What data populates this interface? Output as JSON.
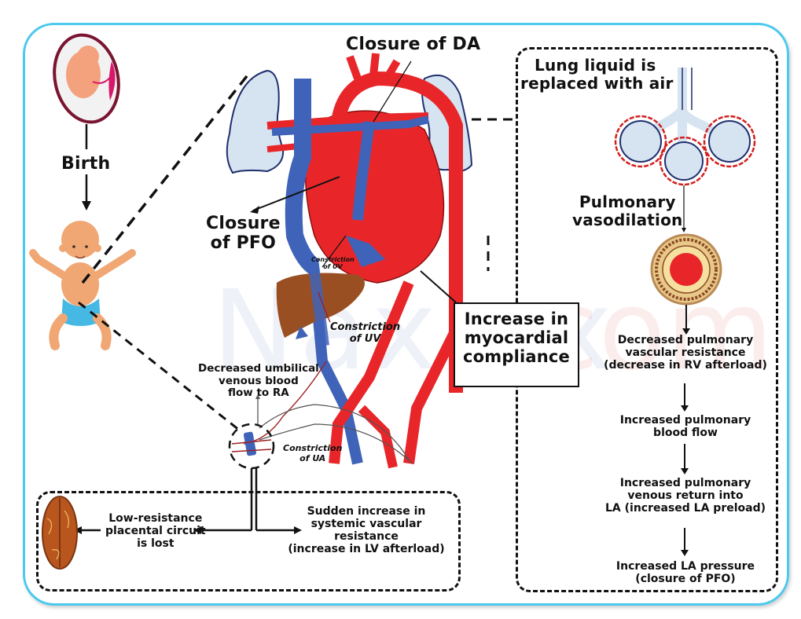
{
  "watermark": {
    "brand": "Naxlex",
    "suffix": ".com"
  },
  "flow_left": {
    "birth": "Birth"
  },
  "heart": {
    "closure_da": "Closure of DA",
    "closure_pfo_line1": "Closure",
    "closure_pfo_line2": "of PFO",
    "constriction_uv_small_line1": "Constriction",
    "constriction_uv_small_line2": "of UV",
    "constriction_uv_line1": "Constriction",
    "constriction_uv_line2": "of UV",
    "constriction_ua_line1": "Constriction",
    "constriction_ua_line2": "of UA",
    "decreased_umbilical_line1": "Decreased umbilical",
    "decreased_umbilical_line2": "venous blood",
    "decreased_umbilical_line3": "flow to RA",
    "myocardial_line1": "Increase in",
    "myocardial_line2": "myocardial",
    "myocardial_line3": "compliance"
  },
  "right_panel": {
    "lung_line1": "Lung liquid is",
    "lung_line2": "replaced with air",
    "vasodilation_line1": "Pulmonary",
    "vasodilation_line2": "vasodilation",
    "steps": [
      {
        "lines": [
          "Decreased pulmonary",
          "vascular resistance",
          "(decrease in RV afterload)"
        ]
      },
      {
        "lines": [
          "Increased pulmonary",
          "blood flow"
        ]
      },
      {
        "lines": [
          "Increased pulmonary",
          "venous return into",
          "LA (increased LA preload)"
        ]
      },
      {
        "lines": [
          "Increased LA pressure",
          "(closure of PFO)"
        ]
      }
    ]
  },
  "bottom_panel": {
    "placental_line1": "Low-resistance",
    "placental_line2": "placental circuit",
    "placental_line3": "is lost",
    "svr_line1": "Sudden increase in",
    "svr_line2": "systemic vascular",
    "svr_line3": "resistance",
    "svr_line4": "(increase in LV afterload)"
  },
  "colors": {
    "frame": "#4cc9ef",
    "artery": "#e8262a",
    "vein": "#3f63b8",
    "lung": "#d6e3f0",
    "lung_outline": "#1f2f6e",
    "liver": "#9a4f22",
    "skin": "#f0a774",
    "diaper": "#46b8e4"
  }
}
